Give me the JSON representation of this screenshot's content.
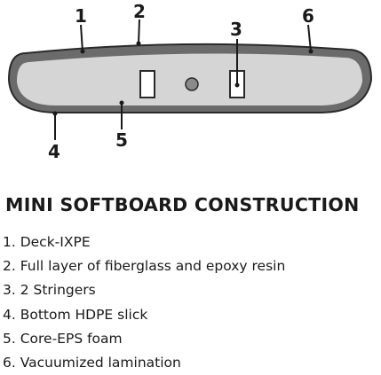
{
  "diagram": {
    "callouts": [
      {
        "number": "1"
      },
      {
        "number": "2"
      },
      {
        "number": "3"
      },
      {
        "number": "4"
      },
      {
        "number": "5"
      },
      {
        "number": "6"
      }
    ],
    "colors": {
      "outer_shell": "#6b6b6b",
      "inner_core": "#d5d5d5",
      "outline": "#2a2a2a",
      "stringer_fill": "#ffffff",
      "fin_plug": "#8a8a8a"
    }
  },
  "title": "MINI SOFTBOARD CONSTRUCTION",
  "parts": [
    "1. Deck-IXPE",
    "2. Full layer of fiberglass and epoxy resin",
    "3. 2 Stringers",
    "4. Bottom HDPE slick",
    "5. Core-EPS foam",
    "6. Vacuumized lamination"
  ]
}
